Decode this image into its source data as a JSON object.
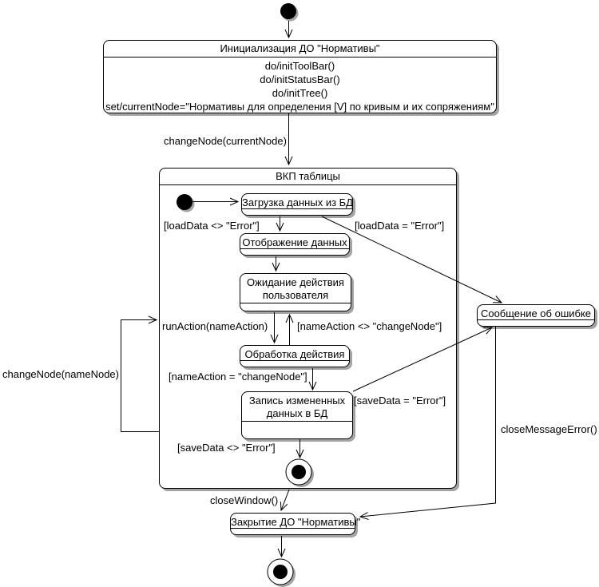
{
  "colors": {
    "background": "#ffffff",
    "line": "#000000",
    "node_fill": "#ffffff",
    "shadow": "#a3a3a3"
  },
  "nodes": {
    "init": {
      "title": "Инициализация ДО \"Нормативы\"",
      "actions": [
        "do/initToolBar()",
        "do/initStatusBar()",
        "do/initTree()",
        "set/currentNode=\"Нормативы для определения [V] по кривым и их сопряжениям\""
      ]
    },
    "composite": {
      "title": "ВКП таблицы"
    },
    "load_data": {
      "title": "Загрузка данных из БД"
    },
    "display_data": {
      "title": "Отображение данных"
    },
    "wait_user": {
      "lines": [
        "Ожидание действия",
        "пользователя"
      ]
    },
    "process_action": {
      "title": "Обработка действия"
    },
    "save_data": {
      "lines": [
        "Запись измененных",
        "данных в БД"
      ]
    },
    "error_message": {
      "title": "Сообщение об ошибке"
    },
    "close_do": {
      "title": "Закрытие ДО \"Нормативы\""
    }
  },
  "transitions": {
    "change_node_current": "changeNode(currentNode)",
    "load_ok": "[loadData <> \"Error\"]",
    "load_error": "[loadData = \"Error\"]",
    "run_action": "runAction(nameAction)",
    "name_action_not_change": "[nameAction <> \"changeNode\"]",
    "name_action_change": "[nameAction = \"changeNode\"]",
    "save_error": "[saveData = \"Error\"]",
    "save_ok": "[saveData <> \"Error\"]",
    "change_node_name": "changeNode(nameNode)",
    "close_window": "closeWindow()",
    "close_message_error": "closeMessageError()"
  }
}
